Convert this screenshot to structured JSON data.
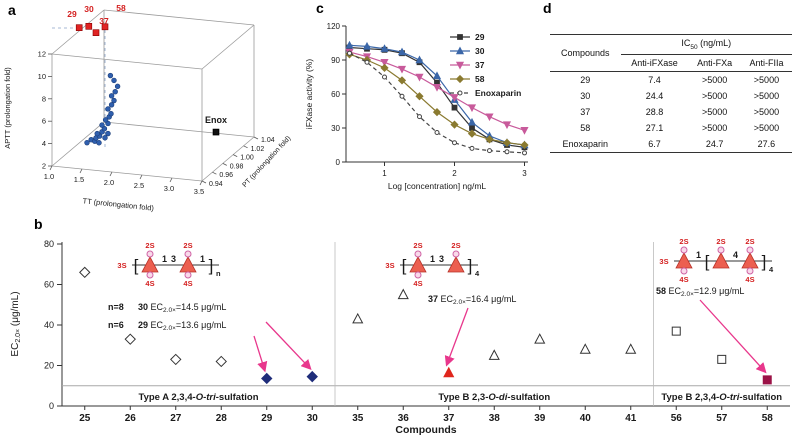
{
  "panels": {
    "a": {
      "label": "a"
    },
    "b": {
      "label": "b"
    },
    "c": {
      "label": "c"
    },
    "d": {
      "label": "d"
    }
  },
  "chart_data": [
    {
      "id": "panel-a",
      "type": "scatter",
      "projection": "3d",
      "xlabel": "TT (prolongation fold)",
      "ylabel": "APTT (prolongation fold)",
      "zlabel": "PT (prolongation fold)",
      "x_ticks": [
        "1.0",
        "1.5",
        "2.0",
        "2.5",
        "3.0",
        "3.5"
      ],
      "y_ticks": [
        "2",
        "4",
        "6",
        "8",
        "10",
        "12"
      ],
      "z_ticks": [
        "0.94",
        "0.96",
        "0.98",
        "1.00",
        "1.02",
        "1.04"
      ],
      "x_range": [
        1.0,
        3.5
      ],
      "y_range": [
        2,
        12
      ],
      "z_range": [
        0.94,
        1.04
      ],
      "highlighted": [
        {
          "label": "29",
          "tt": 1.02,
          "aptt": 12.4,
          "pt": 1.0
        },
        {
          "label": "30",
          "tt": 1.18,
          "aptt": 12.6,
          "pt": 1.0
        },
        {
          "label": "37",
          "tt": 1.3,
          "aptt": 12.1,
          "pt": 1.0
        },
        {
          "label": "58",
          "tt": 1.45,
          "aptt": 12.7,
          "pt": 1.0
        }
      ],
      "enox": {
        "label": "Enox",
        "tt": 3.3,
        "aptt": 4.3,
        "pt": 1.0
      },
      "cluster": [
        [
          1.15,
          2.2
        ],
        [
          1.22,
          2.5
        ],
        [
          1.28,
          2.4
        ],
        [
          1.3,
          2.7
        ],
        [
          1.36,
          2.9
        ],
        [
          1.32,
          3.1
        ],
        [
          1.4,
          3.3
        ],
        [
          1.44,
          3.6
        ],
        [
          1.4,
          3.9
        ],
        [
          1.5,
          4.1
        ],
        [
          1.46,
          4.4
        ],
        [
          1.52,
          4.7
        ],
        [
          1.55,
          5.0
        ],
        [
          1.5,
          5.4
        ],
        [
          1.56,
          5.8
        ],
        [
          1.6,
          6.2
        ],
        [
          1.56,
          6.6
        ],
        [
          1.62,
          7.0
        ],
        [
          1.66,
          7.5
        ],
        [
          1.6,
          8.0
        ],
        [
          1.54,
          8.4
        ],
        [
          1.35,
          2.3
        ],
        [
          1.45,
          2.8
        ],
        [
          1.5,
          3.2
        ]
      ]
    },
    {
      "id": "panel-c",
      "type": "line",
      "xlabel": "Log [concentration] ng/mL",
      "ylabel": "iFXase activity (%)",
      "x_ticks": [
        1,
        2,
        3
      ],
      "y_ticks": [
        0,
        30,
        60,
        90,
        120
      ],
      "ylim": [
        0,
        120
      ],
      "xlim": [
        0.45,
        3.05
      ],
      "x": [
        0.5,
        0.75,
        1.0,
        1.25,
        1.5,
        1.75,
        2.0,
        2.25,
        2.5,
        2.75,
        3.0
      ],
      "series": [
        {
          "name": "29",
          "marker": "square",
          "filled": true,
          "color": "#333333",
          "dash": "",
          "values": [
            101,
            100,
            99,
            96,
            88,
            70,
            48,
            30,
            20,
            15,
            13
          ]
        },
        {
          "name": "30",
          "marker": "triangle-up",
          "filled": true,
          "color": "#3a66a8",
          "dash": "",
          "values": [
            103,
            102,
            100,
            97,
            90,
            76,
            55,
            35,
            23,
            17,
            15
          ]
        },
        {
          "name": "37",
          "marker": "triangle-down",
          "filled": true,
          "color": "#c85a9b",
          "dash": "",
          "values": [
            97,
            93,
            88,
            82,
            75,
            66,
            57,
            48,
            40,
            33,
            28
          ]
        },
        {
          "name": "58",
          "marker": "diamond",
          "filled": true,
          "color": "#8a7a30",
          "dash": "",
          "values": [
            95,
            90,
            83,
            72,
            58,
            44,
            33,
            25,
            20,
            17,
            15
          ]
        },
        {
          "name": "Enoxaparin",
          "marker": "circle",
          "filled": false,
          "color": "#444444",
          "dash": "4,3",
          "values": [
            96,
            88,
            75,
            58,
            40,
            26,
            17,
            12,
            10,
            9,
            8
          ]
        }
      ],
      "legend_position": "top-right"
    },
    {
      "id": "panel-b",
      "type": "scatter",
      "xlabel": "Compounds",
      "ylabel_prefix": "EC",
      "ylabel_sub": "2.0×",
      "ylabel_suffix": " (μg/mL)",
      "y_ticks": [
        0,
        20,
        40,
        60,
        80
      ],
      "ylim": [
        0,
        80
      ],
      "categories": [
        "25",
        "26",
        "27",
        "28",
        "29",
        "30",
        "35",
        "36",
        "37",
        "38",
        "39",
        "40",
        "41",
        "56",
        "57",
        "58"
      ],
      "points": [
        {
          "x": "25",
          "y": 66,
          "marker": "diamond",
          "filled": false,
          "color": "#333333"
        },
        {
          "x": "26",
          "y": 33,
          "marker": "diamond",
          "filled": false,
          "color": "#333333"
        },
        {
          "x": "27",
          "y": 23,
          "marker": "diamond",
          "filled": false,
          "color": "#333333"
        },
        {
          "x": "28",
          "y": 22,
          "marker": "diamond",
          "filled": false,
          "color": "#333333"
        },
        {
          "x": "29",
          "y": 13.6,
          "marker": "diamond",
          "filled": true,
          "color": "#1f2d7a"
        },
        {
          "x": "30",
          "y": 14.5,
          "marker": "diamond",
          "filled": true,
          "color": "#1f2d7a"
        },
        {
          "x": "35",
          "y": 43,
          "marker": "triangle-up",
          "filled": false,
          "color": "#333333"
        },
        {
          "x": "36",
          "y": 55,
          "marker": "triangle-up",
          "filled": false,
          "color": "#333333"
        },
        {
          "x": "37",
          "y": 16.4,
          "marker": "triangle-up",
          "filled": true,
          "color": "#e0261d"
        },
        {
          "x": "38",
          "y": 25,
          "marker": "triangle-up",
          "filled": false,
          "color": "#333333"
        },
        {
          "x": "39",
          "y": 33,
          "marker": "triangle-up",
          "filled": false,
          "color": "#333333"
        },
        {
          "x": "40",
          "y": 28,
          "marker": "triangle-up",
          "filled": false,
          "color": "#333333"
        },
        {
          "x": "41",
          "y": 28,
          "marker": "triangle-up",
          "filled": false,
          "color": "#333333"
        },
        {
          "x": "56",
          "y": 37,
          "marker": "square",
          "filled": false,
          "color": "#333333"
        },
        {
          "x": "57",
          "y": 23,
          "marker": "square",
          "filled": false,
          "color": "#333333"
        },
        {
          "x": "58",
          "y": 12.9,
          "marker": "square",
          "filled": true,
          "color": "#9b1347"
        }
      ],
      "baseline_y": 10,
      "dividers_after": [
        "30",
        "41"
      ],
      "regions": [
        {
          "from": "25",
          "to": "30",
          "segments": [
            {
              "t": "Type A 2,3,4-"
            },
            {
              "t": "O",
              "i": 1
            },
            {
              "t": "-"
            },
            {
              "t": "tri",
              "i": 1
            },
            {
              "t": "-sulfation"
            }
          ]
        },
        {
          "from": "35",
          "to": "41",
          "segments": [
            {
              "t": "Type B 2,3-"
            },
            {
              "t": "O",
              "i": 1
            },
            {
              "t": "-"
            },
            {
              "t": "di",
              "i": 1
            },
            {
              "t": "-sulfation"
            }
          ]
        },
        {
          "from": "56",
          "to": "58",
          "segments": [
            {
              "t": "Type B 2,3,4-"
            },
            {
              "t": "O",
              "i": 1
            },
            {
              "t": "-"
            },
            {
              "t": "tri",
              "i": 1
            },
            {
              "t": "-sulfation"
            }
          ]
        }
      ],
      "annotations": [
        {
          "n": "n=8",
          "compound": "30",
          "ec": "EC",
          "sub": "2.0×",
          "value": "=14.5 μg/mL"
        },
        {
          "n": "n=6",
          "compound": "29",
          "ec": "EC",
          "sub": "2.0×",
          "value": "=13.6 μg/mL"
        },
        {
          "compound": "37",
          "ec": "EC",
          "sub": "2.0×",
          "value": "=16.4 μg/mL"
        },
        {
          "compound": "58",
          "ec": "EC",
          "sub": "2.0×",
          "value": "=12.9 μg/mL"
        }
      ],
      "structures": [
        {
          "left": "3S",
          "seq": [
            "[",
            "T",
            "1",
            "3",
            "T",
            "1",
            "]"
          ],
          "sub": "n",
          "top": [
            "2S",
            "2S"
          ],
          "bottom": [
            "4S",
            "4S"
          ]
        },
        {
          "left": "3S",
          "seq": [
            "[",
            "T",
            "1",
            "3",
            "T",
            "]"
          ],
          "sub": "4",
          "top": [
            "2S",
            "2S"
          ],
          "bottom": [
            "4S",
            ""
          ]
        },
        {
          "left": "3S",
          "seq": [
            "T",
            "1",
            "[",
            "T",
            "4",
            "T",
            "]"
          ],
          "sub": "4",
          "top": [
            "2S",
            "2S",
            "2S"
          ],
          "bottom": [
            "4S",
            "",
            "4S"
          ]
        }
      ],
      "arrow_color": "#e8378c"
    }
  ],
  "table": {
    "spanner": {
      "prefix": "IC",
      "sub": "50",
      "suffix": " (ng/mL)"
    },
    "columns": [
      "Compounds",
      "Anti-iFXase",
      "Anti-FXa",
      "Anti-FIIa"
    ],
    "rows": [
      [
        "29",
        "7.4",
        ">5000",
        ">5000"
      ],
      [
        "30",
        "24.4",
        ">5000",
        ">5000"
      ],
      [
        "37",
        "28.8",
        ">5000",
        ">5000"
      ],
      [
        "58",
        "27.1",
        ">5000",
        ">5000"
      ],
      [
        "Enoxaparin",
        "6.7",
        "24.7",
        "27.6"
      ]
    ]
  }
}
